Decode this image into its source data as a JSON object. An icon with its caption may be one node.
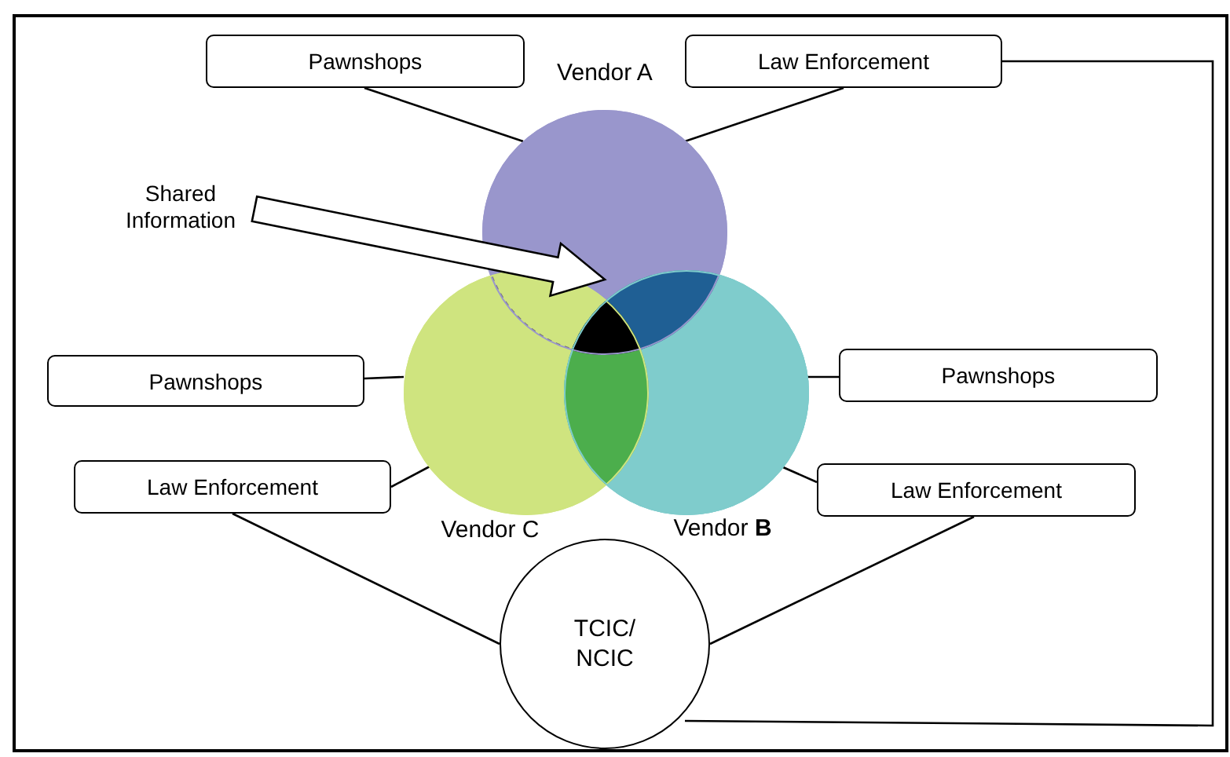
{
  "diagram": {
    "nodes": [
      {
        "text": [
          "Pawnshops"
        ]
      },
      {
        "text": [
          "Law Enforcement"
        ]
      },
      {
        "text": [],
        "shape": "circle",
        "beside": [
          "Vendor A"
        ]
      },
      {
        "text": [
          "Shared Information"
        ]
      },
      {
        "text": [],
        "shape": "circle",
        "beside": [
          "Vendor C"
        ]
      },
      {
        "text": [],
        "shape": "circle",
        "beside": [
          "Vendor **B**"
        ]
      },
      {
        "text": [
          "Pawnshops"
        ]
      },
      {
        "text": [
          "Pawnshops"
        ]
      },
      {
        "text": [
          "Law Enforcement"
        ]
      },
      {
        "text": [
          "Law Enforcement"
        ]
      },
      {
        "text": [
          "TCIC/ NCIC"
        ]
      }
    ],
    "edges": [
      {
        "from": 0,
        "to": 2,
        "arrow": "none"
      },
      {
        "from": 1,
        "to": 2,
        "arrow": "none"
      },
      {
        "from": 3,
        "to": null,
        "arrow": "to",
        "style": "thick"
      },
      {
        "from": 6,
        "to": 4,
        "arrow": "none"
      },
      {
        "from": 7,
        "to": 5,
        "arrow": "none"
      },
      {
        "from": 8,
        "to": 4,
        "arrow": "none"
      },
      {
        "from": 9,
        "to": 5,
        "arrow": "none"
      },
      {
        "from": 8,
        "to": 10,
        "arrow": "none"
      },
      {
        "from": 9,
        "to": 10,
        "arrow": "none"
      },
      {
        "from": 1,
        "to": 10,
        "arrow": "none"
      }
    ]
  }
}
